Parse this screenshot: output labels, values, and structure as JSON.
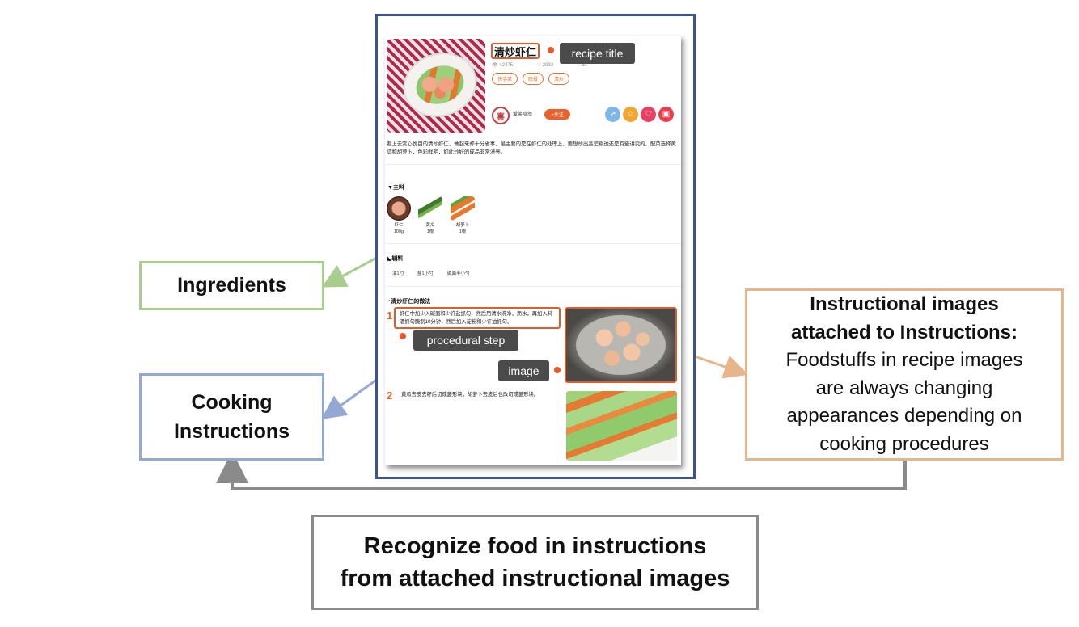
{
  "callouts": {
    "ingredients": "Ingredients",
    "cooking_line1": "Cooking",
    "cooking_line2": "Instructions",
    "images_bold_line1": "Instructional images",
    "images_bold_line2": "attached to Instructions:",
    "images_line3": "Foodstuffs in recipe images",
    "images_line4": "are always changing",
    "images_line5": "appearances depending on",
    "images_line6": "cooking procedures",
    "recognize_line1": "Recognize food in instructions",
    "recognize_line2": "from attached instructional images"
  },
  "tooltips": {
    "recipe_title": "recipe title",
    "procedural_step": "procedural step",
    "image": "image"
  },
  "recipe": {
    "title": "清炒虾仁",
    "stats": [
      "42475",
      "2092",
      "31"
    ],
    "tags": [
      "快手菜",
      "晚餐",
      "清炒"
    ],
    "author": "爱笑嘻然",
    "author_avatar_char": "喜",
    "follow": "+关注",
    "description": "看上去赏心悦目的清炒虾仁，做起来却十分省事，最主要的是在虾仁的处理上，要想炒出晶莹剔透还是有些讲究的，配菜选择黄瓜和胡萝卜，色彩鲜明，如此炒好的成品非常漂亮。",
    "main_section": "主料",
    "main_ingredients": [
      {
        "name": "虾仁",
        "amount": "100g"
      },
      {
        "name": "黄瓜",
        "amount": "1根"
      },
      {
        "name": "胡萝卜",
        "amount": "1根"
      }
    ],
    "sub_section": "辅料",
    "sub_ingredients": [
      "油1勺",
      "盐1小勺",
      "碱面半小勺"
    ],
    "method_section": "清炒虾仁的做法",
    "steps": [
      {
        "num": "1",
        "text": "虾仁中加少入碱面和少许盐抓匀，然后用清水洗净，沥水，再加入料酒抓匀腌制10分钟，然后加入淀粉和少许油抓匀。"
      },
      {
        "num": "2",
        "text": "黄瓜去皮去籽后切成菱形块，胡萝卜去皮后也改切成菱形块。"
      }
    ]
  },
  "colors": {
    "ingredients_border": "#a9cd8c",
    "cooking_border": "#93a8d2",
    "images_border": "#e8b48a",
    "recognize_border": "#8a8a8a",
    "frame_border": "#3a5296",
    "accent": "#e8622a"
  }
}
